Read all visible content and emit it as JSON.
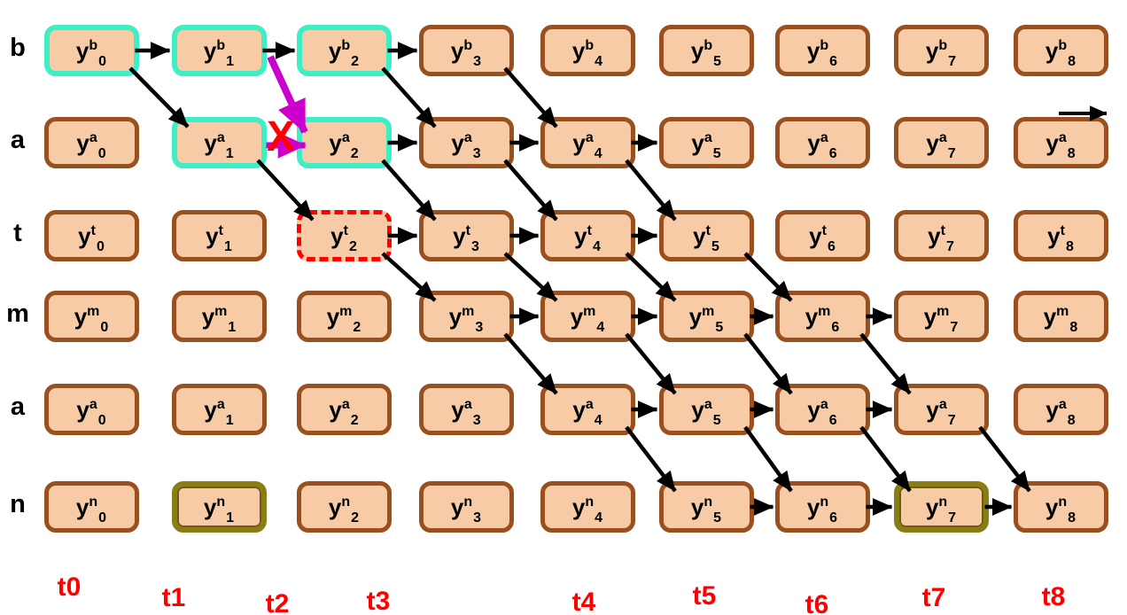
{
  "colors": {
    "node_fill": "#F6CBA6",
    "node_border": "#9A4F1E",
    "highlight_teal": "#3CEFC5",
    "highlight_olive": "#8A7D14",
    "dashed_red": "#FF0000",
    "arrow_black": "#000000",
    "arrow_magenta": "#CC00CC",
    "cross_red": "#FF0000",
    "time_label_red": "#FF0000"
  },
  "rows": [
    {
      "label": "b",
      "cells": [
        {
          "base": "y",
          "sup": "b",
          "sub": "0",
          "highlight": "teal"
        },
        {
          "base": "y",
          "sup": "b",
          "sub": "1",
          "highlight": "teal"
        },
        {
          "base": "y",
          "sup": "b",
          "sub": "2",
          "highlight": "teal"
        },
        {
          "base": "y",
          "sup": "b",
          "sub": "3",
          "highlight": "none"
        },
        {
          "base": "y",
          "sup": "b",
          "sub": "4",
          "highlight": "none"
        },
        {
          "base": "y",
          "sup": "b",
          "sub": "5",
          "highlight": "none"
        },
        {
          "base": "y",
          "sup": "b",
          "sub": "6",
          "highlight": "none"
        },
        {
          "base": "y",
          "sup": "b",
          "sub": "7",
          "highlight": "none"
        },
        {
          "base": "y",
          "sup": "b",
          "sub": "8",
          "highlight": "none"
        }
      ]
    },
    {
      "label": "a",
      "cells": [
        {
          "base": "y",
          "sup": "a",
          "sub": "0",
          "highlight": "none"
        },
        {
          "base": "y",
          "sup": "a",
          "sub": "1",
          "highlight": "teal"
        },
        {
          "base": "y",
          "sup": "a",
          "sub": "2",
          "highlight": "teal"
        },
        {
          "base": "y",
          "sup": "a",
          "sub": "3",
          "highlight": "none"
        },
        {
          "base": "y",
          "sup": "a",
          "sub": "4",
          "highlight": "none"
        },
        {
          "base": "y",
          "sup": "a",
          "sub": "5",
          "highlight": "none"
        },
        {
          "base": "y",
          "sup": "a",
          "sub": "6",
          "highlight": "none"
        },
        {
          "base": "y",
          "sup": "a",
          "sub": "7",
          "highlight": "none"
        },
        {
          "base": "y",
          "sup": "a",
          "sub": "8",
          "highlight": "none"
        }
      ]
    },
    {
      "label": "t",
      "cells": [
        {
          "base": "y",
          "sup": "t",
          "sub": "0",
          "highlight": "none"
        },
        {
          "base": "y",
          "sup": "t",
          "sub": "1",
          "highlight": "none"
        },
        {
          "base": "y",
          "sup": "t",
          "sub": "2",
          "highlight": "red-dashed"
        },
        {
          "base": "y",
          "sup": "t",
          "sub": "3",
          "highlight": "none"
        },
        {
          "base": "y",
          "sup": "t",
          "sub": "4",
          "highlight": "none"
        },
        {
          "base": "y",
          "sup": "t",
          "sub": "5",
          "highlight": "none"
        },
        {
          "base": "y",
          "sup": "t",
          "sub": "6",
          "highlight": "none"
        },
        {
          "base": "y",
          "sup": "t",
          "sub": "7",
          "highlight": "none"
        },
        {
          "base": "y",
          "sup": "t",
          "sub": "8",
          "highlight": "none"
        }
      ]
    },
    {
      "label": "m",
      "cells": [
        {
          "base": "y",
          "sup": "m",
          "sub": "0",
          "highlight": "none"
        },
        {
          "base": "y",
          "sup": "m",
          "sub": "1",
          "highlight": "none"
        },
        {
          "base": "y",
          "sup": "m",
          "sub": "2",
          "highlight": "none"
        },
        {
          "base": "y",
          "sup": "m",
          "sub": "3",
          "highlight": "none"
        },
        {
          "base": "y",
          "sup": "m",
          "sub": "4",
          "highlight": "none"
        },
        {
          "base": "y",
          "sup": "m",
          "sub": "5",
          "highlight": "none"
        },
        {
          "base": "y",
          "sup": "m",
          "sub": "6",
          "highlight": "none"
        },
        {
          "base": "y",
          "sup": "m",
          "sub": "7",
          "highlight": "none"
        },
        {
          "base": "y",
          "sup": "m",
          "sub": "8",
          "highlight": "none"
        }
      ]
    },
    {
      "label": "a",
      "cells": [
        {
          "base": "y",
          "sup": "a",
          "sub": "0",
          "highlight": "none"
        },
        {
          "base": "y",
          "sup": "a",
          "sub": "1",
          "highlight": "none"
        },
        {
          "base": "y",
          "sup": "a",
          "sub": "2",
          "highlight": "none"
        },
        {
          "base": "y",
          "sup": "a",
          "sub": "3",
          "highlight": "none"
        },
        {
          "base": "y",
          "sup": "a",
          "sub": "4",
          "highlight": "none"
        },
        {
          "base": "y",
          "sup": "a",
          "sub": "5",
          "highlight": "none"
        },
        {
          "base": "y",
          "sup": "a",
          "sub": "6",
          "highlight": "none"
        },
        {
          "base": "y",
          "sup": "a",
          "sub": "7",
          "highlight": "none"
        },
        {
          "base": "y",
          "sup": "a",
          "sub": "8",
          "highlight": "none"
        }
      ]
    },
    {
      "label": "n",
      "cells": [
        {
          "base": "y",
          "sup": "n",
          "sub": "0",
          "highlight": "none"
        },
        {
          "base": "y",
          "sup": "n",
          "sub": "1",
          "highlight": "olive"
        },
        {
          "base": "y",
          "sup": "n",
          "sub": "2",
          "highlight": "none"
        },
        {
          "base": "y",
          "sup": "n",
          "sub": "3",
          "highlight": "none"
        },
        {
          "base": "y",
          "sup": "n",
          "sub": "4",
          "highlight": "none"
        },
        {
          "base": "y",
          "sup": "n",
          "sub": "5",
          "highlight": "none"
        },
        {
          "base": "y",
          "sup": "n",
          "sub": "6",
          "highlight": "none"
        },
        {
          "base": "y",
          "sup": "n",
          "sub": "7",
          "highlight": "olive"
        },
        {
          "base": "y",
          "sup": "n",
          "sub": "8",
          "highlight": "none"
        }
      ]
    }
  ],
  "time_labels": [
    "t0",
    "t1",
    "t2",
    "t3",
    "t4",
    "t5",
    "t6",
    "t7",
    "t8"
  ],
  "edges": {
    "horizontal": [
      [
        0,
        0,
        1
      ],
      [
        0,
        1,
        2
      ],
      [
        0,
        2,
        3
      ],
      [
        1,
        2,
        3
      ],
      [
        1,
        3,
        4
      ],
      [
        1,
        4,
        5
      ],
      [
        2,
        2,
        3
      ],
      [
        2,
        3,
        4
      ],
      [
        2,
        4,
        5
      ],
      [
        3,
        3,
        4
      ],
      [
        3,
        4,
        5
      ],
      [
        3,
        5,
        6
      ],
      [
        3,
        6,
        7
      ],
      [
        4,
        4,
        5
      ],
      [
        4,
        5,
        6
      ],
      [
        4,
        6,
        7
      ],
      [
        5,
        5,
        6
      ],
      [
        5,
        6,
        7
      ],
      [
        5,
        7,
        8
      ]
    ],
    "diagonal": [
      [
        0,
        0
      ],
      [
        0,
        2
      ],
      [
        0,
        3
      ],
      [
        1,
        1
      ],
      [
        1,
        2
      ],
      [
        1,
        3
      ],
      [
        1,
        4
      ],
      [
        2,
        2
      ],
      [
        2,
        3
      ],
      [
        2,
        4
      ],
      [
        2,
        5
      ],
      [
        3,
        3
      ],
      [
        3,
        4
      ],
      [
        3,
        5
      ],
      [
        3,
        6
      ],
      [
        4,
        4
      ],
      [
        4,
        5
      ],
      [
        4,
        6
      ],
      [
        4,
        7
      ]
    ],
    "special": {
      "magenta_diagonal": {
        "from": [
          0,
          1
        ],
        "to": [
          1,
          2
        ]
      },
      "blocked_horizontal": {
        "from": [
          1,
          1
        ],
        "to": [
          1,
          2
        ]
      },
      "cross_label": "X",
      "stray_arrow_node": [
        1,
        8
      ]
    }
  }
}
